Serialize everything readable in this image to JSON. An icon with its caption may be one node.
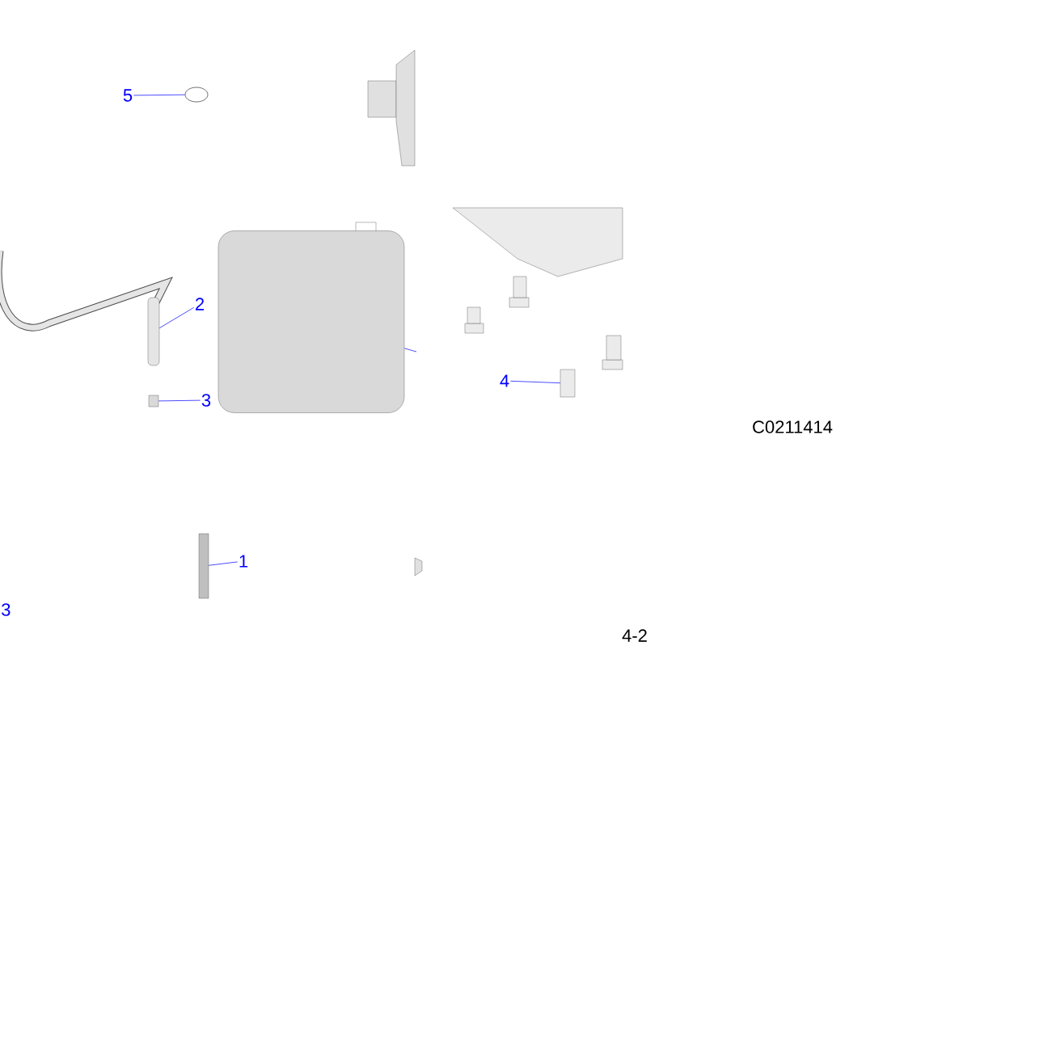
{
  "diagram": {
    "nodes": [
      {
        "text": [
          "5"
        ]
      },
      {
        "text": [
          "2"
        ]
      },
      {
        "text": [
          "3"
        ]
      },
      {
        "text": [
          "4"
        ]
      },
      {
        "text": [
          "1"
        ]
      },
      {
        "text": [],
        "shape": "circle"
      },
      {
        "text": [],
        "shape": "picture"
      },
      {
        "text": [],
        "shape": "box"
      },
      {
        "text": [],
        "shape": "box"
      },
      {
        "text": [],
        "shape": "box"
      },
      {
        "text": [],
        "shape": "picture"
      }
    ],
    "edges": [
      {
        "from": 0,
        "to": 5,
        "arrow": "none"
      },
      {
        "from": 1,
        "to": 6,
        "arrow": "none"
      },
      {
        "from": 2,
        "to": 7,
        "arrow": "none"
      },
      {
        "from": 3,
        "to": 8,
        "arrow": "none"
      },
      {
        "from": 4,
        "to": 9,
        "arrow": "none"
      },
      {
        "from": null,
        "to": 10,
        "arrow": "none"
      }
    ],
    "labels": [
      "C0211414",
      "3",
      "4-2"
    ]
  }
}
